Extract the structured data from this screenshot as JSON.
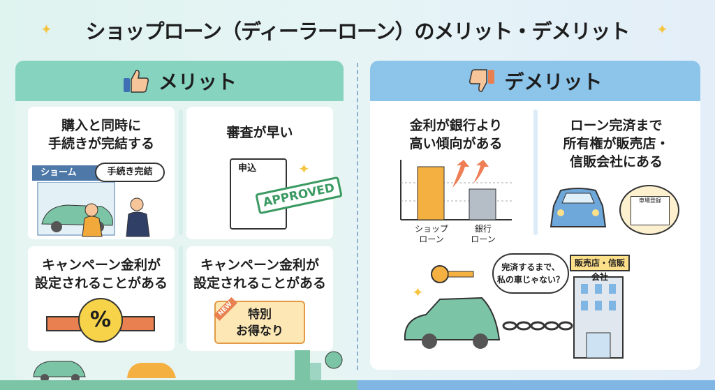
{
  "title": "ショップローン（ディーラーローン）のメリット・デメリット",
  "merit": {
    "header": "メリット",
    "cards": [
      {
        "title_line1": "購入と同時に",
        "title_line2": "手続きが完結する",
        "sign": "ショーム",
        "bubble": "手続き完結"
      },
      {
        "title_line1": "審査が早い",
        "doc": "申込",
        "stamp": "APPROVED"
      },
      {
        "title_line1": "キャンペーン金利が",
        "title_line2": "設定されることがある",
        "badge": "%"
      },
      {
        "title_line1": "キャンペーン金利が",
        "title_line2": "設定されることがある",
        "ribbon": "NEW",
        "ticket_line1": "特別",
        "ticket_line2": "お得なり"
      }
    ]
  },
  "demerit": {
    "header": "デメリット",
    "cards": [
      {
        "title_line1": "金利が銀行より",
        "title_line2": "高い傾向がある",
        "bar1_label1": "ショップ",
        "bar1_label2": "ローン",
        "bar2_label1": "銀行",
        "bar2_label2": "ローン"
      },
      {
        "title_line1": "ローン完済まで",
        "title_line2": "所有権が販売店・",
        "title_line3": "信販会社にある",
        "doc": "車場登録"
      }
    ],
    "scene": {
      "bubble_line1": "完済するまで、",
      "bubble_line2": "私の車じゃない？",
      "building_sign": "販売店・信販会社"
    }
  },
  "colors": {
    "merit": "#86d3c0",
    "demerit": "#8cc4ea",
    "accent": "#f5b042"
  }
}
